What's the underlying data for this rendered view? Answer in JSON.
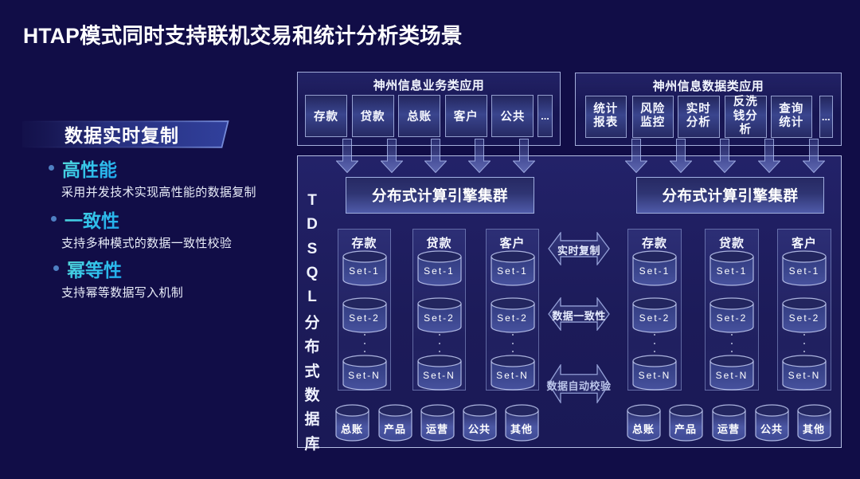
{
  "title": "HTAP模式同时支持联机交易和统计分析类场景",
  "left_panel": {
    "banner": "数据实时复制",
    "bullets": [
      {
        "heading": "高性能",
        "desc": "采用并发技术实现高性能的数据复制"
      },
      {
        "heading": "一致性",
        "desc": "支持多种模式的数据一致性校验"
      },
      {
        "heading": "幂等性",
        "desc": "支持幂等数据写入机制"
      }
    ]
  },
  "app_boxes": [
    {
      "title": "神州信息业务类应用",
      "items": [
        "存款",
        "贷款",
        "总账",
        "客户",
        "公共",
        "..."
      ]
    },
    {
      "title": "神州信息数据类应用",
      "items": [
        "统计报表",
        "风险监控",
        "实时分析",
        "反洗钱分析",
        "查询统计",
        "..."
      ]
    }
  ],
  "database": {
    "side_label": "TDSQL分布式数据库",
    "engine_label": "分布式计算引擎集群",
    "groups": [
      {
        "columns": [
          {
            "label": "存款",
            "sets": [
              "Set-1",
              "Set-2",
              "Set-N"
            ]
          },
          {
            "label": "贷款",
            "sets": [
              "Set-1",
              "Set-2",
              "Set-N"
            ]
          },
          {
            "label": "客户",
            "sets": [
              "Set-1",
              "Set-2",
              "Set-N"
            ]
          }
        ],
        "bottom": [
          "总账",
          "产品",
          "运营",
          "公共",
          "其他"
        ]
      },
      {
        "columns": [
          {
            "label": "存款",
            "sets": [
              "Set-1",
              "Set-2",
              "Set-N"
            ]
          },
          {
            "label": "贷款",
            "sets": [
              "Set-1",
              "Set-2",
              "Set-N"
            ]
          },
          {
            "label": "客户",
            "sets": [
              "Set-1",
              "Set-2",
              "Set-N"
            ]
          }
        ],
        "bottom": [
          "总账",
          "产品",
          "运营",
          "公共",
          "其他"
        ]
      }
    ],
    "links": [
      "实时复制",
      "数据一致性",
      "数据自动校验"
    ]
  },
  "colors": {
    "background": "#110D47",
    "accent_cyan": "#35C6E9"
  }
}
